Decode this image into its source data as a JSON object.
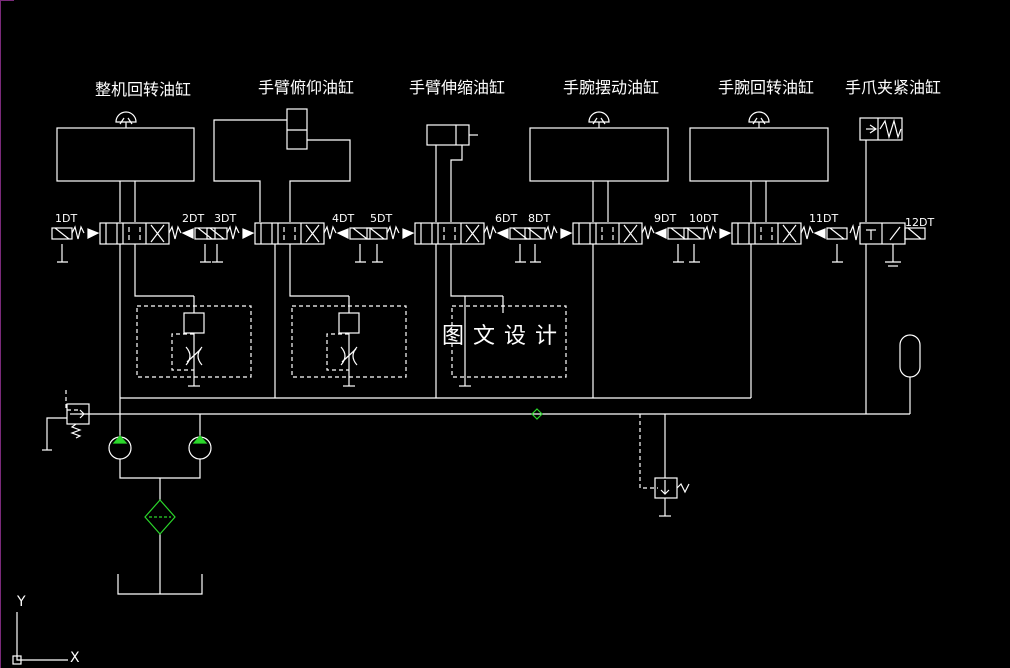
{
  "cylinders": [
    {
      "label": "整机回转油缸"
    },
    {
      "label": "手臂俯仰油缸"
    },
    {
      "label": "手臂伸缩油缸"
    },
    {
      "label": "手腕摆动油缸"
    },
    {
      "label": "手腕回转油缸"
    },
    {
      "label": "手爪夹紧油缸"
    }
  ],
  "solenoids": [
    "1DT",
    "2DT",
    "3DT",
    "4DT",
    "5DT",
    "6DT",
    "8DT",
    "9DT",
    "10DT",
    "11DT",
    "12DT"
  ],
  "watermark": "图文设计",
  "ucs": {
    "y_label": "Y",
    "x_label": "X"
  },
  "colors": {
    "background": "#000000",
    "line": "#ffffff",
    "accent": "#2bd62b",
    "frame": "#7a2a7a"
  }
}
